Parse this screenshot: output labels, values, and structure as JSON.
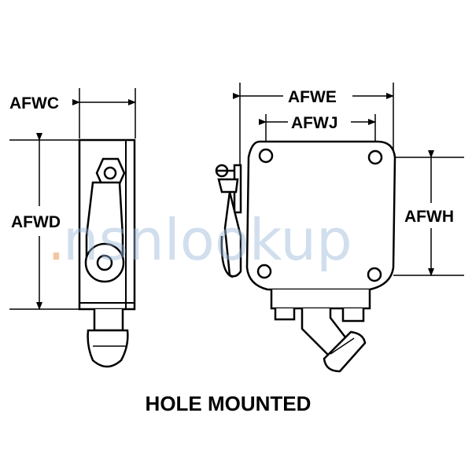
{
  "dimensions": {
    "width_side": "AFWC",
    "height_side": "AFWD",
    "overall_width": "AFWE",
    "hole_spacing": "AFWJ",
    "height_front": "AFWH"
  },
  "caption": "HOLE MOUNTED",
  "watermark": {
    "dot": ".",
    "text": "nsnlookup"
  },
  "colors": {
    "line": "#000000",
    "watermark": "#9bb8d8",
    "watermark_dot": "#f0a060"
  }
}
